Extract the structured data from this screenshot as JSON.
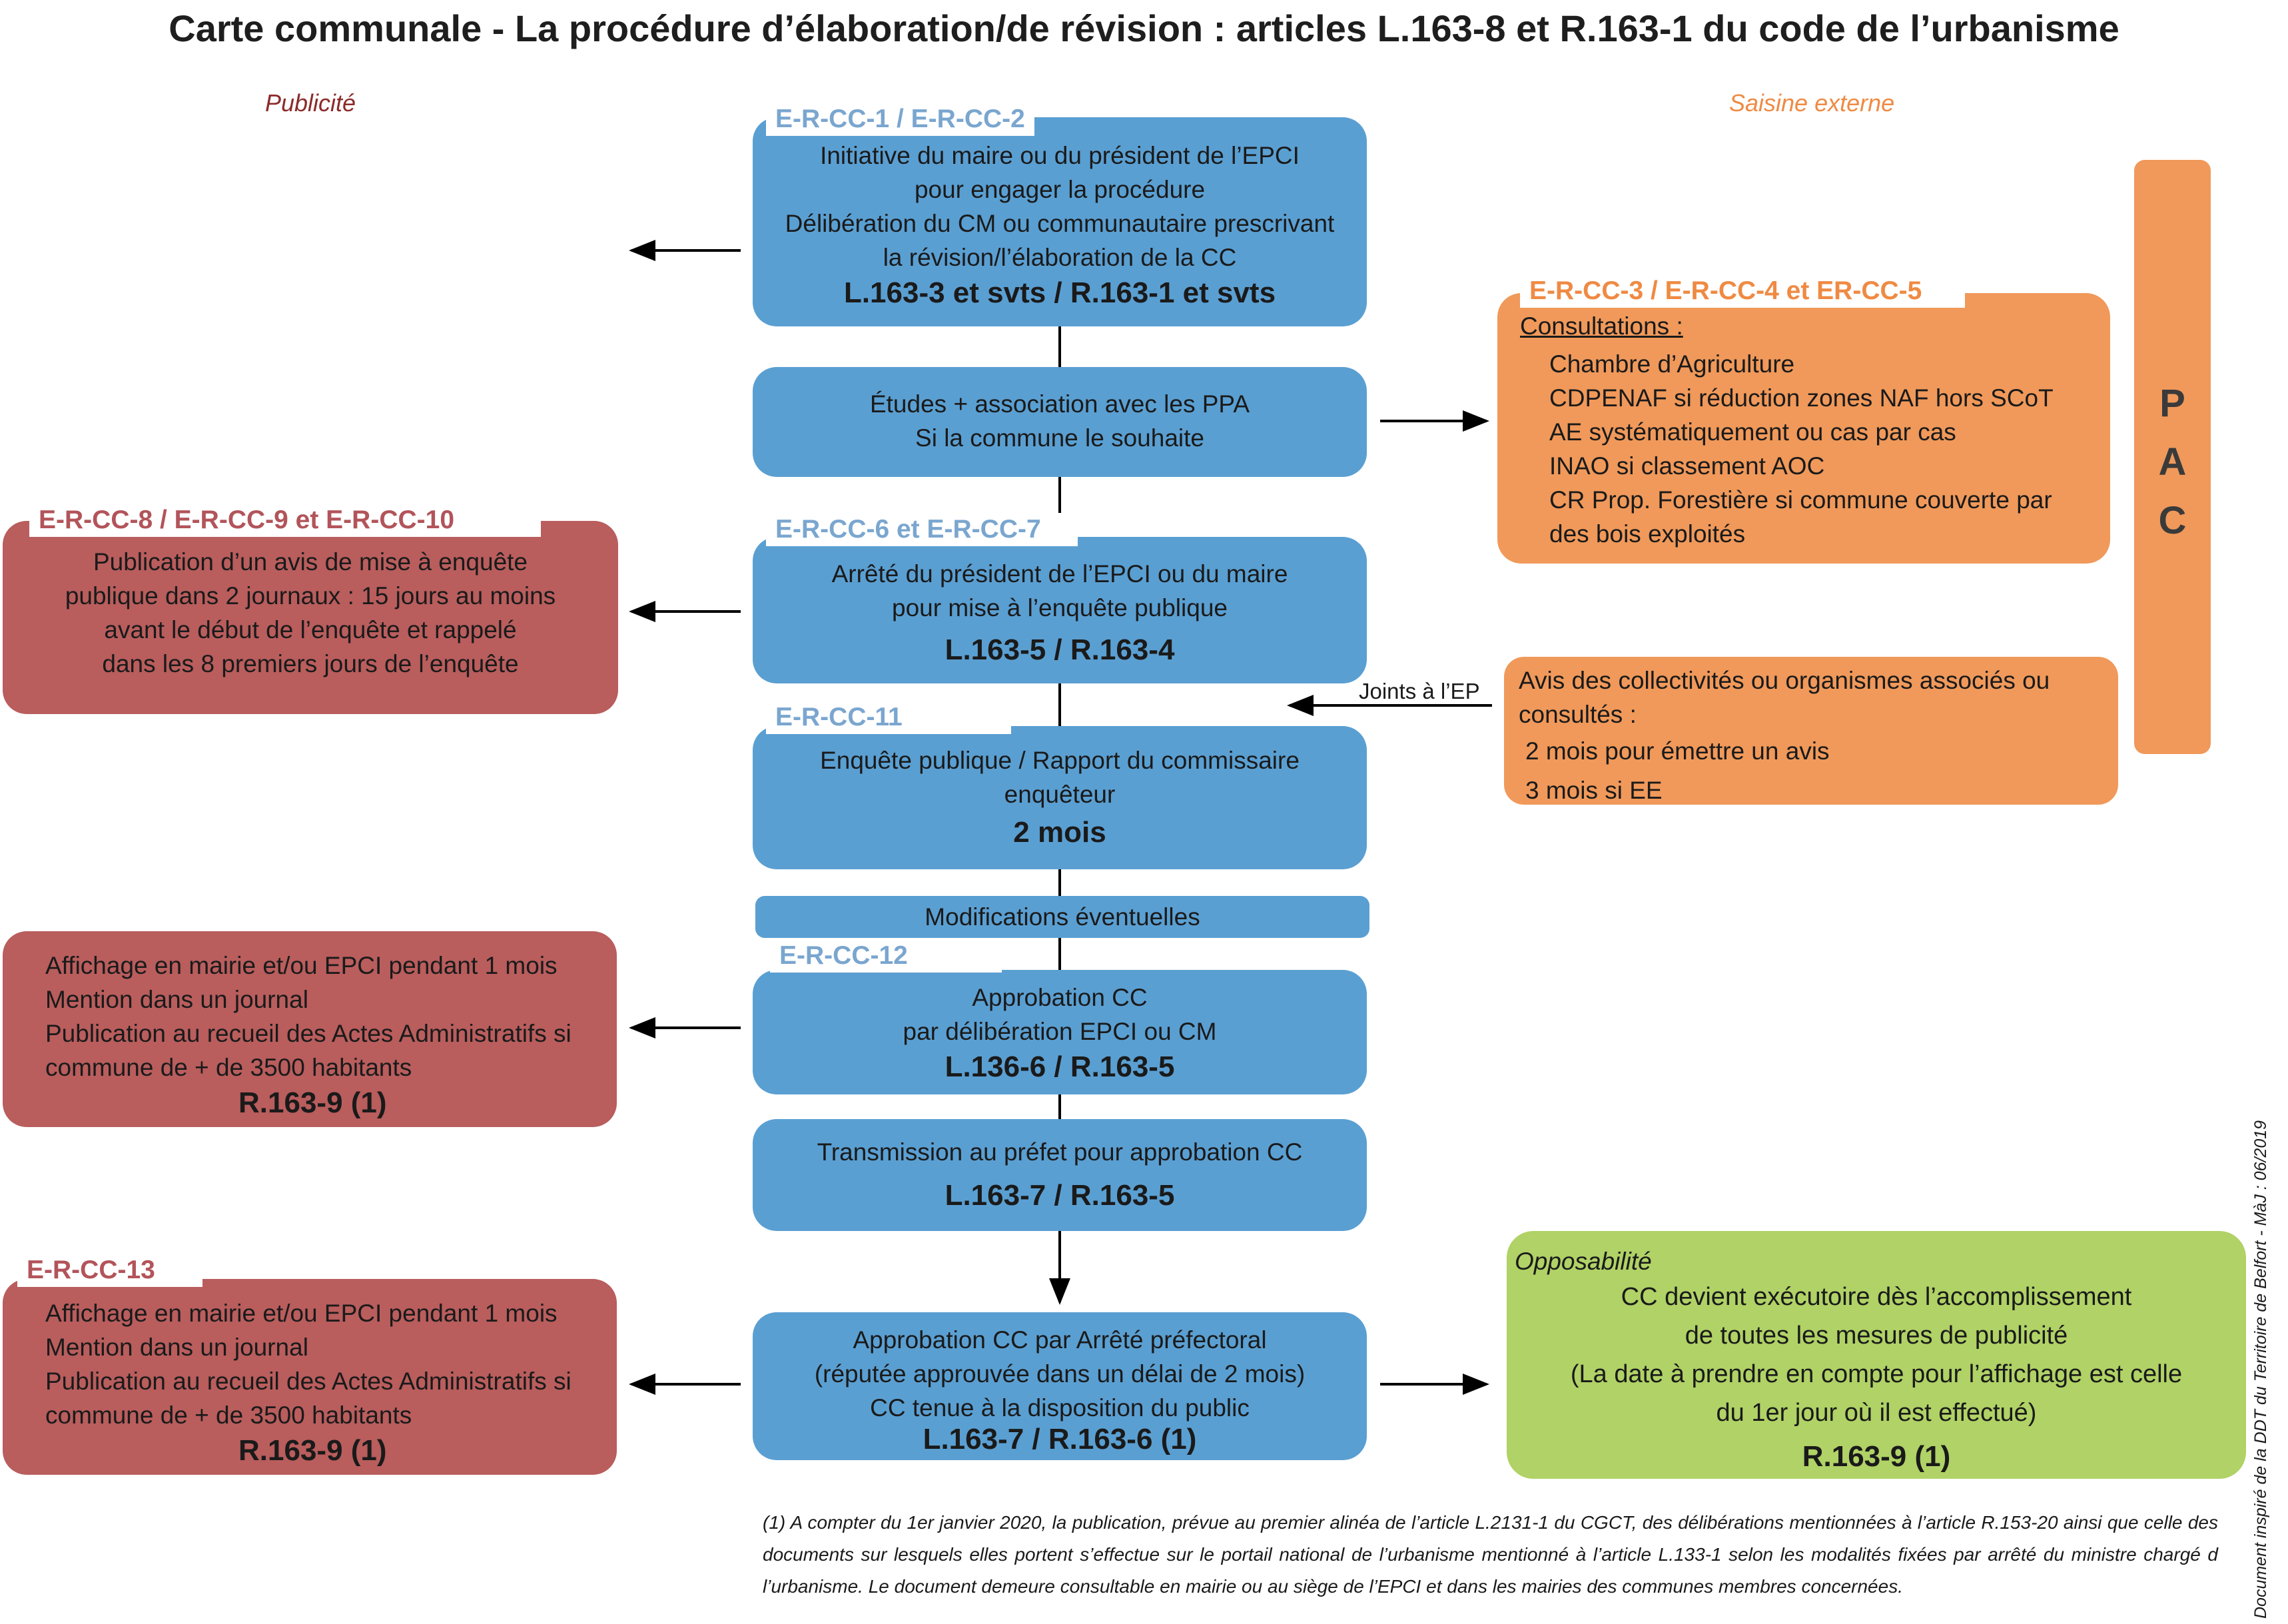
{
  "title": "Carte communale - La procédure d’élaboration/de révision : articles L.163-8 et  R.163-1 du code de l’urbanisme",
  "headers": {
    "left": "Publicité",
    "right": "Saisine externe"
  },
  "colors": {
    "blue": "#5a9fd2",
    "orange": "#f0995a",
    "red": "#b95d5d",
    "green": "#b0d266",
    "left_header": "#8c2a2a",
    "right_header": "#ef8a43"
  },
  "center": {
    "step1": {
      "tag": "E-R-CC-1 / E-R-CC-2",
      "lines": [
        "Initiative du maire ou du président de l’EPCI",
        "pour engager la procédure",
        "Délibération du CM ou communautaire prescrivant",
        "la révision/l’élaboration de la CC"
      ],
      "ref": "L.163-3 et svts / R.163-1 et svts"
    },
    "step2": {
      "lines": [
        "Études + association avec les PPA",
        "Si la commune le souhaite"
      ]
    },
    "step3": {
      "tag": "E-R-CC-6 et E-R-CC-7",
      "lines": [
        "Arrêté du président de l’EPCI ou du maire",
        "pour mise à l’enquête publique"
      ],
      "ref": "L.163-5 / R.163-4"
    },
    "step4": {
      "tag": "E-R-CC-11",
      "lines": [
        "Enquête publique / Rapport du commissaire",
        "enquêteur"
      ],
      "ref": "2 mois"
    },
    "step5": {
      "label": "Modifications éventuelles"
    },
    "step6": {
      "tag": "E-R-CC-12",
      "lines": [
        "Approbation CC",
        "par délibération EPCI ou CM"
      ],
      "ref": "L.136-6 / R.163-5"
    },
    "step7": {
      "lines": [
        "Transmission au préfet pour approbation CC"
      ],
      "ref": "L.163-7 / R.163-5"
    },
    "step8": {
      "lines": [
        "Approbation CC par Arrêté préfectoral",
        "(réputée approuvée dans un délai de 2 mois)",
        "CC tenue à la disposition du public"
      ],
      "ref": "L.163-7 / R.163-6 (1)"
    }
  },
  "left": {
    "pub1": {
      "tag": "E-R-CC-8 / E-R-CC-9 et E-R-CC-10",
      "lines": [
        "Publication d’un avis de mise à enquête",
        "publique dans 2 journaux : 15 jours au moins",
        "avant le début de l’enquête et rappelé",
        "dans les 8 premiers jours de l’enquête"
      ]
    },
    "pub2": {
      "lines": [
        "Affichage en mairie et/ou EPCI pendant 1 mois",
        "Mention dans un journal",
        "Publication au recueil des Actes Administratifs si",
        "commune de + de 3500 habitants"
      ],
      "ref": "R.163-9 (1)"
    },
    "pub3": {
      "tag": "E-R-CC-13",
      "lines": [
        "Affichage en mairie et/ou EPCI pendant 1 mois",
        "Mention dans un journal",
        "Publication au recueil des Actes Administratifs si",
        "commune de + de 3500 habitants"
      ],
      "ref": "R.163-9 (1)"
    }
  },
  "right": {
    "consult": {
      "tag": "E-R-CC-3 / E-R-CC-4 et ER-CC-5",
      "heading": "Consultations :",
      "items": [
        "Chambre d’Agriculture",
        "CDPENAF si réduction zones NAF hors SCoT",
        "AE systématiquement ou cas par cas",
        "INAO si classement AOC",
        "CR Prop. Forestière si commune couverte par",
        "des bois exploités"
      ]
    },
    "avis": {
      "lines": [
        "Avis des collectivités ou organismes associés ou",
        "consultés :",
        "2 mois pour émettre un avis",
        "3 mois si EE"
      ],
      "arrow_label": "Joints à l’EP"
    },
    "pac": {
      "letters": [
        "P",
        "A",
        "C"
      ]
    },
    "opposabilite": {
      "heading": "Opposabilité",
      "lines": [
        "CC devient exécutoire dès l’accomplissement",
        "de toutes les mesures de publicité",
        "(La date à prendre en compte pour l’affichage est celle",
        "du 1er jour où il est effectué)"
      ],
      "ref": "R.163-9 (1)"
    }
  },
  "footnote": "(1) A compter du 1er janvier 2020, la publication, prévue au premier alinéa de l’article L.2131-1 du CGCT, des délibérations mentionnées à l’article R.153-20 ainsi que celle des documents sur lesquels elles portent s’effectue sur le portail national de l’urbanisme mentionné à l’article L.133-1 selon les modalités fixées par arrêté du ministre chargé d l’urbanisme. Le document demeure consultable en mairie ou au siège de l’EPCI et dans les mairies des communes membres concernées.",
  "credit": "Document inspiré de la DDT du Territoire de Belfort - MàJ : 06/2019"
}
